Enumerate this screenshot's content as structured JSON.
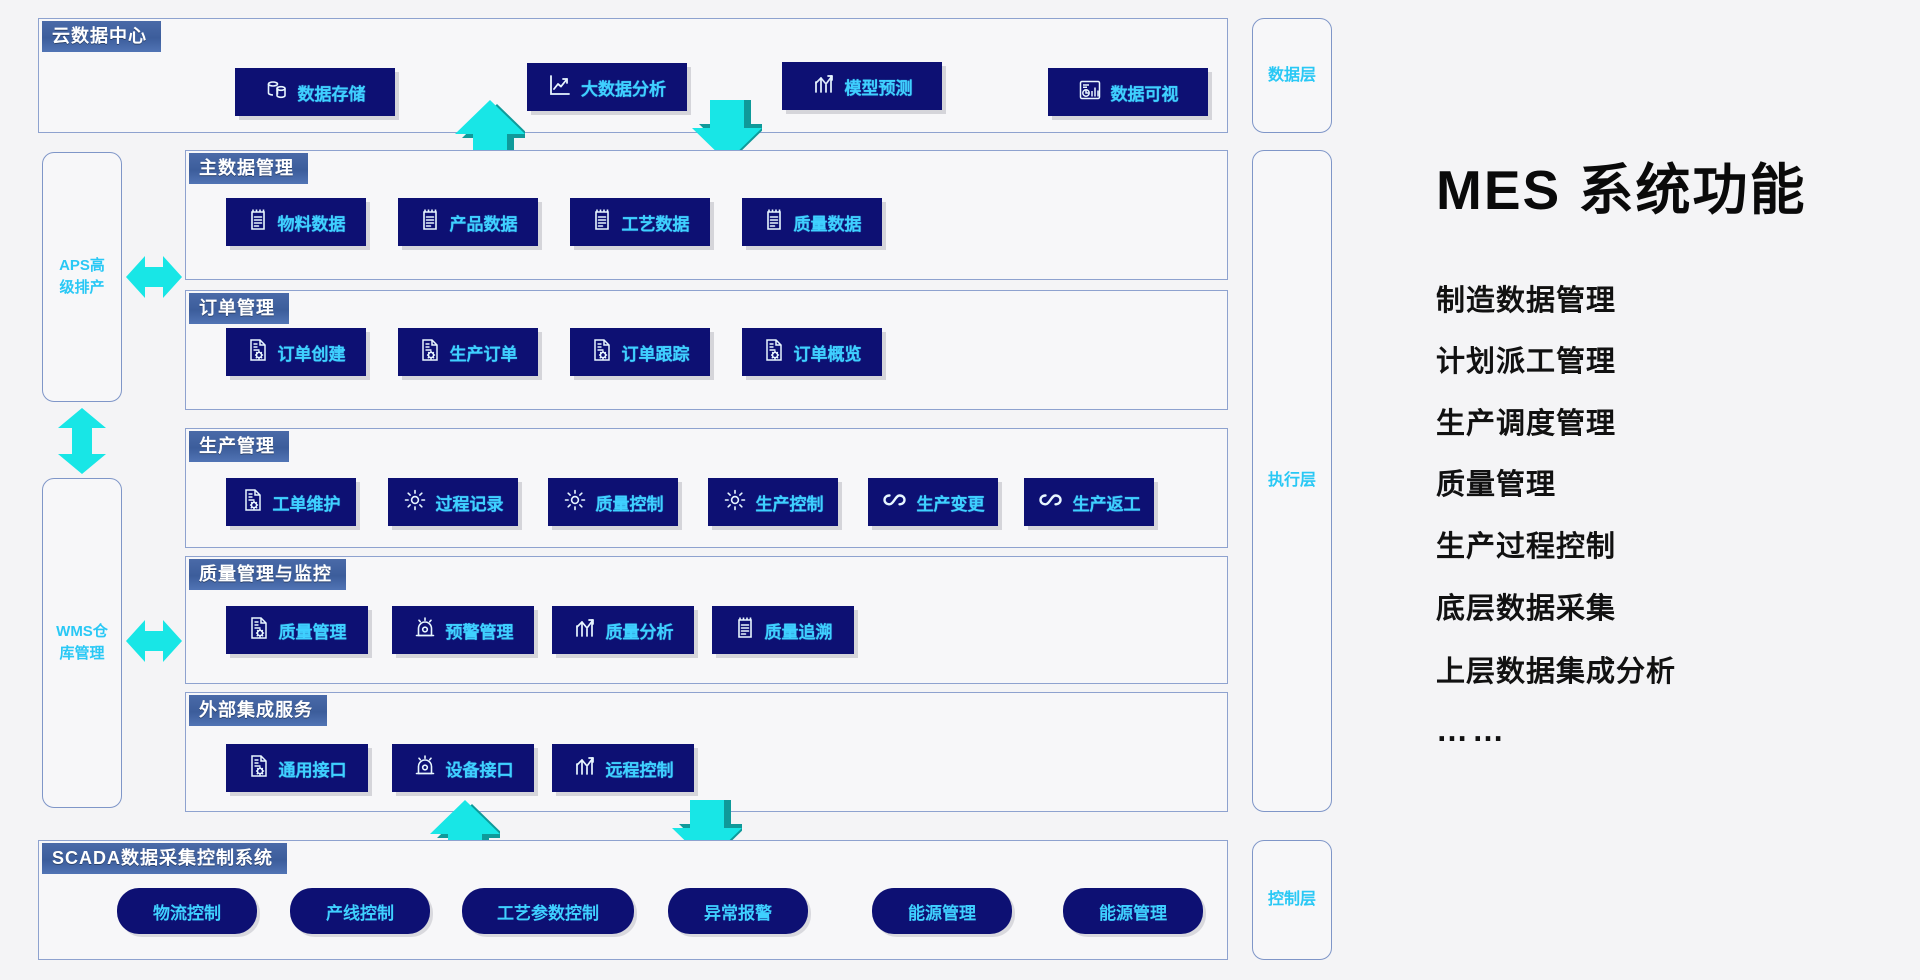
{
  "colors": {
    "card_bg": "#0d1073",
    "card_text": "#3fd0ff",
    "caption_bg": "#3c5d9b",
    "panel_border": "#8ea2cf",
    "arrow_cyan": "#18e6e6",
    "arrow_shadow": "#0f9a9a",
    "layer_text": "#29c8f5",
    "page_bg": "#f4f4f6"
  },
  "sections": {
    "cloud": {
      "caption": "云数据中心",
      "cards": [
        {
          "label": "数据存储",
          "icon": "database-icon"
        },
        {
          "label": "大数据分析",
          "icon": "line-chart-icon"
        },
        {
          "label": "模型预测",
          "icon": "bar-trend-icon"
        },
        {
          "label": "数据可视",
          "icon": "dashboard-icon"
        }
      ]
    },
    "master_data": {
      "caption": "主数据管理",
      "cards": [
        {
          "label": "物料数据",
          "icon": "notepad-icon"
        },
        {
          "label": "产品数据",
          "icon": "notepad-icon"
        },
        {
          "label": "工艺数据",
          "icon": "notepad-icon"
        },
        {
          "label": "质量数据",
          "icon": "notepad-icon"
        }
      ]
    },
    "order": {
      "caption": "订单管理",
      "cards": [
        {
          "label": "订单创建",
          "icon": "doc-gear-icon"
        },
        {
          "label": "生产订单",
          "icon": "doc-gear-icon"
        },
        {
          "label": "订单跟踪",
          "icon": "doc-gear-icon"
        },
        {
          "label": "订单概览",
          "icon": "doc-gear-icon"
        }
      ]
    },
    "production": {
      "caption": "生产管理",
      "cards": [
        {
          "label": "工单维护",
          "icon": "doc-gear-icon"
        },
        {
          "label": "过程记录",
          "icon": "gear-icon"
        },
        {
          "label": "质量控制",
          "icon": "gear-icon"
        },
        {
          "label": "生产控制",
          "icon": "gear-icon"
        },
        {
          "label": "生产变更",
          "icon": "infinity-icon"
        },
        {
          "label": "生产返工",
          "icon": "infinity-icon"
        }
      ]
    },
    "quality": {
      "caption": "质量管理与监控",
      "cards": [
        {
          "label": "质量管理",
          "icon": "doc-gear-icon"
        },
        {
          "label": "预警管理",
          "icon": "alarm-icon"
        },
        {
          "label": "质量分析",
          "icon": "bar-trend-icon"
        },
        {
          "label": "质量追溯",
          "icon": "notepad-icon"
        }
      ]
    },
    "integration": {
      "caption": "外部集成服务",
      "cards": [
        {
          "label": "通用接口",
          "icon": "doc-gear-icon"
        },
        {
          "label": "设备接口",
          "icon": "alarm-icon"
        },
        {
          "label": "远程控制",
          "icon": "bar-trend-icon"
        }
      ]
    },
    "scada": {
      "caption": "SCADA数据采集控制系统",
      "cards": [
        {
          "label": "物流控制"
        },
        {
          "label": "产线控制"
        },
        {
          "label": "工艺参数控制"
        },
        {
          "label": "异常报警"
        },
        {
          "label": "能源管理"
        },
        {
          "label": "能源管理"
        }
      ]
    }
  },
  "left_modules": [
    {
      "line1": "APS高",
      "line2": "级排产"
    },
    {
      "line1": "WMS仓",
      "line2": "库管理"
    }
  ],
  "right_layers": [
    {
      "label": "数据层"
    },
    {
      "label": "执行层"
    },
    {
      "label": "控制层"
    }
  ],
  "right_panel": {
    "title": "MES 系统功能",
    "items": [
      "制造数据管理",
      "计划派工管理",
      "生产调度管理",
      "质量管理",
      "生产过程控制",
      "底层数据采集",
      "上层数据集成分析",
      "……"
    ]
  }
}
